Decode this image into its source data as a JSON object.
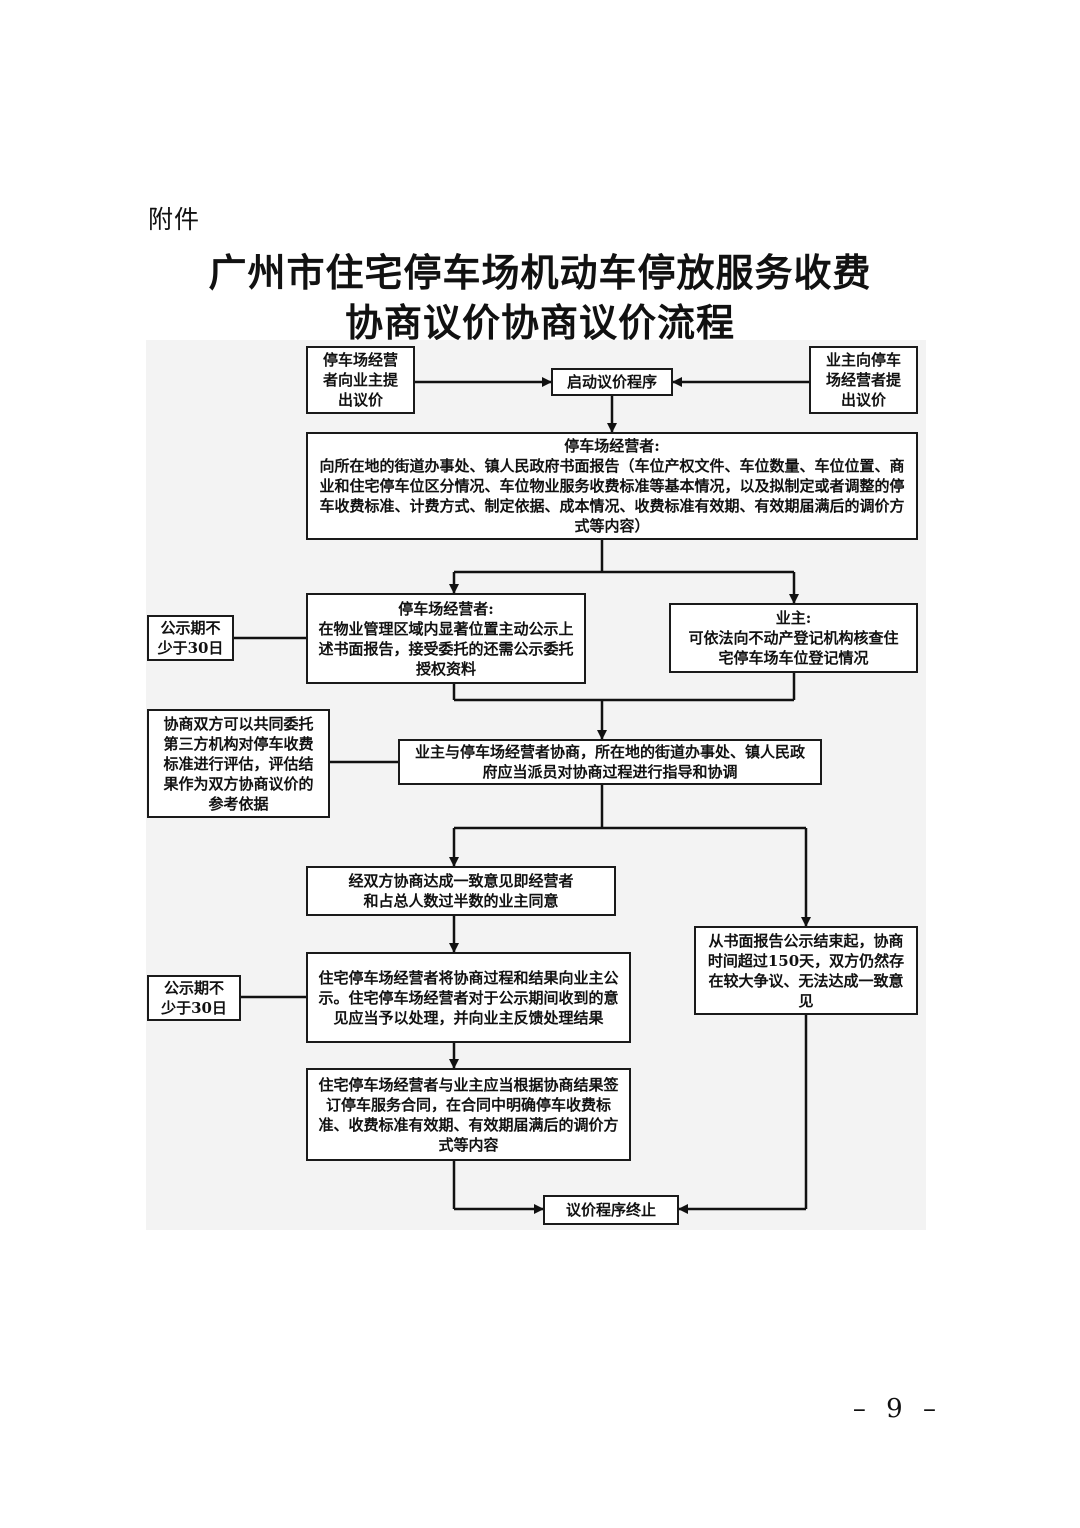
{
  "header": {
    "attachment_label": "附件",
    "title_line1": "广州市住宅停车场机动车停放服务收费",
    "title_line2": "协商议价协商议价流程"
  },
  "flow": {
    "operator_propose": "停车场经营者向业主提出议价",
    "start": "启动议价程序",
    "owner_propose": "业主向停车场经营者提出议价",
    "report_head": "停车场经营者:",
    "report_body": "向所在地的街道办事处、镇人民政府书面报告（车位产权文件、车位数量、车位位置、商业和住宅停车位区分情况、车位物业服务收费标准等基本情况，以及拟制定或者调整的停车收费标准、计费方式、制定依据、成本情况、收费标准有效期、有效期届满后的调价方式等内容）",
    "notice_period_1": "公示期不少于30日",
    "operator_publicize_head": "停车场经营者:",
    "operator_publicize_body": "在物业管理区域内显著位置主动公示上述书面报告，接受委托的还需公示委托授权资料",
    "owner_check_head": "业主:",
    "owner_check_body": "可依法向不动产登记机构核查住宅停车场车位登记情况",
    "third_party": "协商双方可以共同委托第三方机构对停车收费标准进行评估，评估结果作为双方协商议价的参考依据",
    "negotiate": "业主与停车场经营者协商，所在地的街道办事处、镇人民政府应当派员对协商过程进行指导和协调",
    "agreement": "经双方协商达成一致意见即经营者和占总人数过半数的业主同意",
    "no_agreement": "从书面报告公示结束起，协商时间超过150天，双方仍然存在较大争议、无法达成一致意见",
    "notice_period_2": "公示期不少于30日",
    "publicize_result": "住宅停车场经营者将协商过程和结果向业主公示。住宅停车场经营者对于公示期间收到的意见应当予以处理，并向业主反馈处理结果",
    "sign_contract": "住宅停车场经营者与业主应当根据协商结果签订停车服务合同，在合同中明确停车收费标准、收费标准有效期、有效期届满后的调价方式等内容",
    "end": "议价程序终止"
  },
  "footer": {
    "page_number": "– 9 –"
  }
}
